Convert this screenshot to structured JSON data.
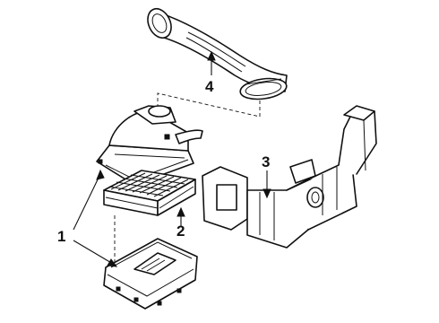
{
  "callouts": {
    "c1": "1",
    "c2": "2",
    "c3": "3",
    "c4": "4"
  },
  "colors": {
    "line": "#111111",
    "background": "#ffffff"
  }
}
